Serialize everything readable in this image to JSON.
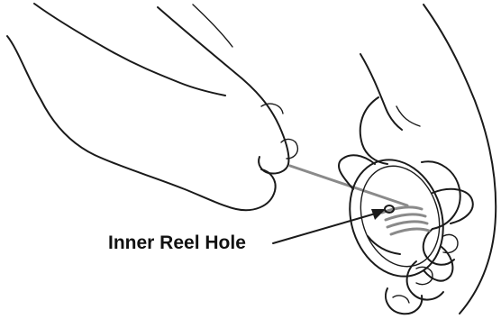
{
  "callout": {
    "label": "Inner Reel Hole"
  },
  "colors": {
    "line": "#1a1a1a",
    "thread": "#8a8a8a",
    "background": "#ffffff"
  },
  "icons": {
    "left_hand": "left-hand-drawing",
    "right_hand": "right-hand-drawing",
    "reel": "bobbin-reel-drawing"
  }
}
